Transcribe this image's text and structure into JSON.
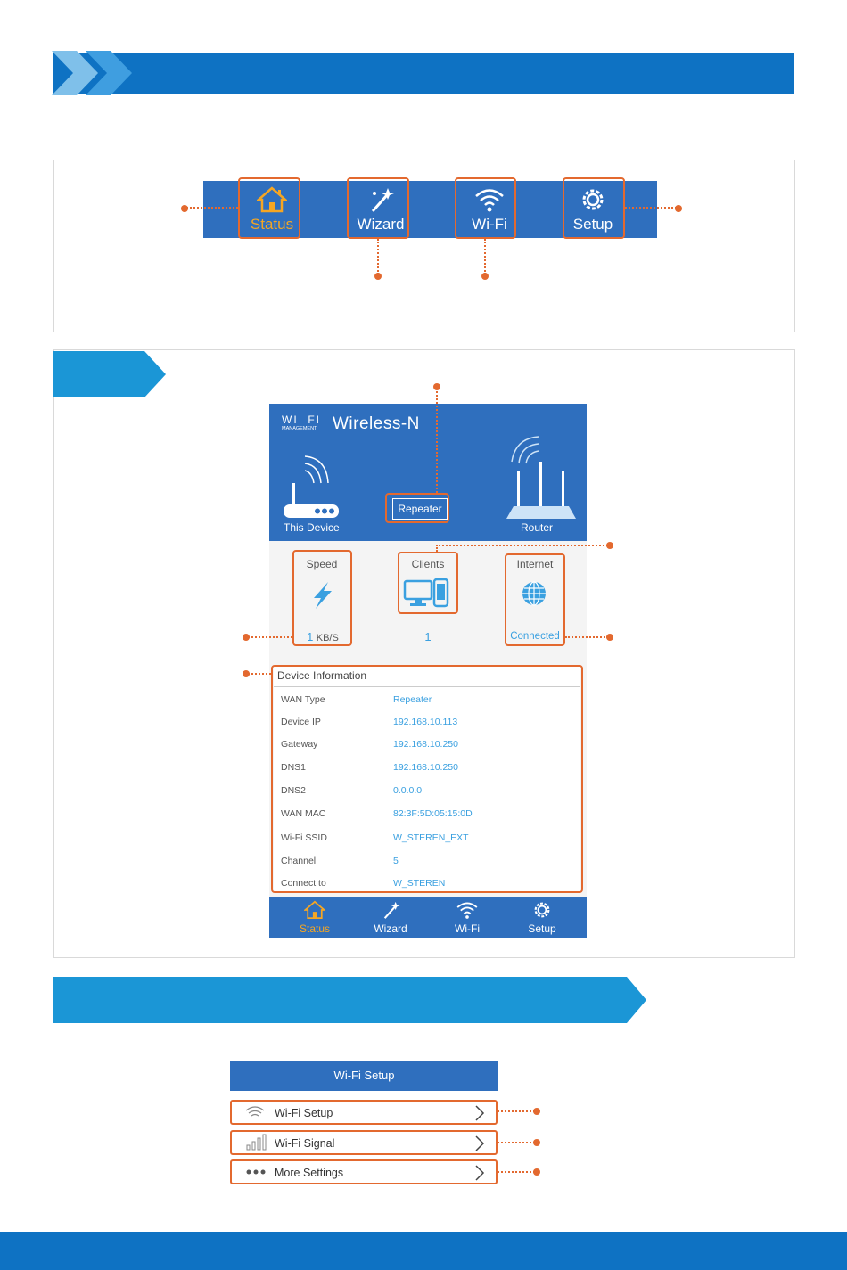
{
  "nav": {
    "items": [
      {
        "label": "Status",
        "icon": "home-icon",
        "active": true
      },
      {
        "label": "Wizard",
        "icon": "magic-wand-icon",
        "active": false
      },
      {
        "label": "Wi-Fi",
        "icon": "wifi-icon",
        "active": false
      },
      {
        "label": "Setup",
        "icon": "gear-icon",
        "active": false
      }
    ]
  },
  "app": {
    "logo_top": "WI  FI",
    "logo_bottom": "MANAGEMENT",
    "title": "Wireless-N",
    "device_label": "This Device",
    "router_label": "Router",
    "mode_button": "Repeater",
    "speed_label": "Speed",
    "speed_value": "1",
    "speed_unit": "KB/S",
    "clients_label": "Clients",
    "clients_value": "1",
    "internet_label": "Internet",
    "internet_value": "Connected",
    "info_title": "Device Information",
    "info_rows": [
      {
        "key": "WAN Type",
        "value": "Repeater"
      },
      {
        "key": "Device IP",
        "value": "192.168.10.113"
      },
      {
        "key": "Gateway",
        "value": "192.168.10.250"
      },
      {
        "key": "DNS1",
        "value": "192.168.10.250"
      },
      {
        "key": "DNS2",
        "value": "0.0.0.0"
      },
      {
        "key": "WAN MAC",
        "value": "82:3F:5D:05:15:0D"
      },
      {
        "key": "Wi-Fi SSID",
        "value": "W_STEREN_EXT"
      },
      {
        "key": "Channel",
        "value": "5"
      },
      {
        "key": "Connect to",
        "value": "W_STEREN"
      }
    ],
    "bottom_nav": [
      {
        "label": "Status",
        "active": true
      },
      {
        "label": "Wizard",
        "active": false
      },
      {
        "label": "Wi-Fi",
        "active": false
      },
      {
        "label": "Setup",
        "active": false
      }
    ]
  },
  "wifi_setup": {
    "header": "Wi-Fi Setup",
    "items": [
      {
        "label": "Wi-Fi Setup",
        "icon": "wifi-icon"
      },
      {
        "label": "Wi-Fi Signal",
        "icon": "signal-bars-icon"
      },
      {
        "label": "More Settings",
        "icon": "more-dots-icon"
      }
    ]
  },
  "colors": {
    "brand_blue": "#0e72c3",
    "app_blue": "#2f6fbe",
    "highlight": "#e3692f",
    "active_orange": "#f5a623",
    "value_blue": "#3aa0e0"
  }
}
